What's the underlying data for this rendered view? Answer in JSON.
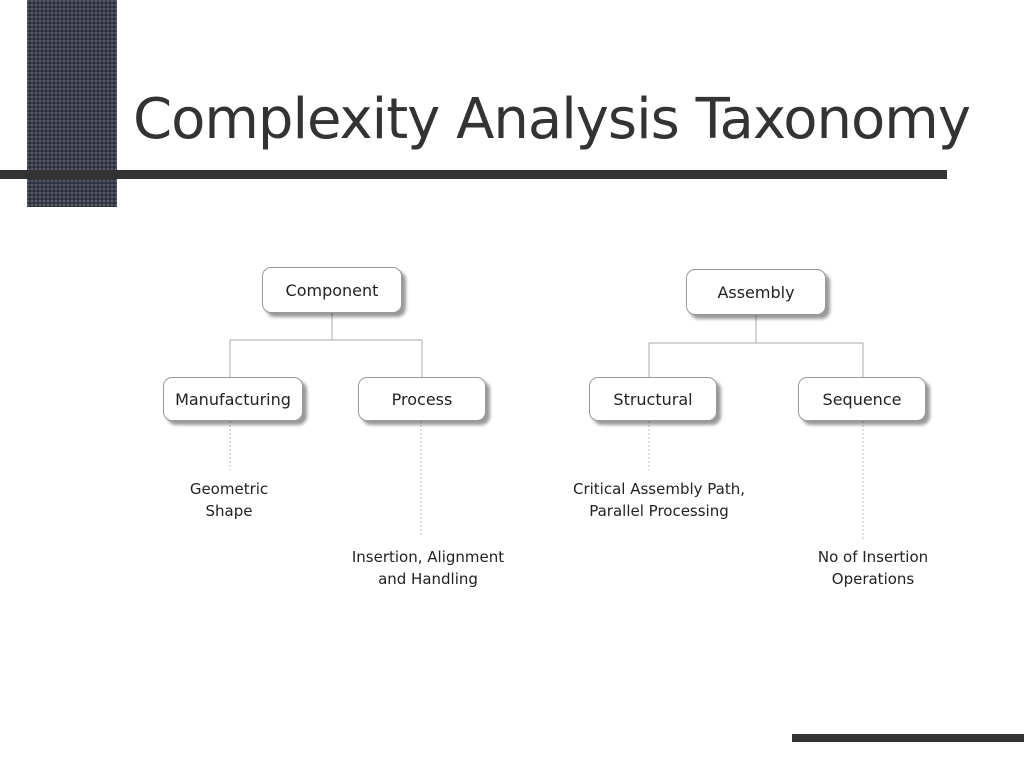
{
  "slide": {
    "title": "Complexity Analysis Taxonomy"
  },
  "diagram": {
    "roots": [
      {
        "label": "Component",
        "children": [
          {
            "label": "Manufacturing",
            "leaf_lines": [
              "Geometric",
              "Shape"
            ]
          },
          {
            "label": "Process",
            "leaf_lines": [
              "Insertion, Alignment",
              "and Handling"
            ]
          }
        ]
      },
      {
        "label": "Assembly",
        "children": [
          {
            "label": "Structural",
            "leaf_lines": [
              "Critical Assembly Path,",
              "Parallel Processing"
            ]
          },
          {
            "label": "Sequence",
            "leaf_lines": [
              "No of Insertion",
              "Operations"
            ]
          }
        ]
      }
    ]
  },
  "colors": {
    "accent_block": "#3a3e4c",
    "rule": "#333333",
    "connector": "#aaaaaa",
    "node_border": "#9a9a9a"
  }
}
